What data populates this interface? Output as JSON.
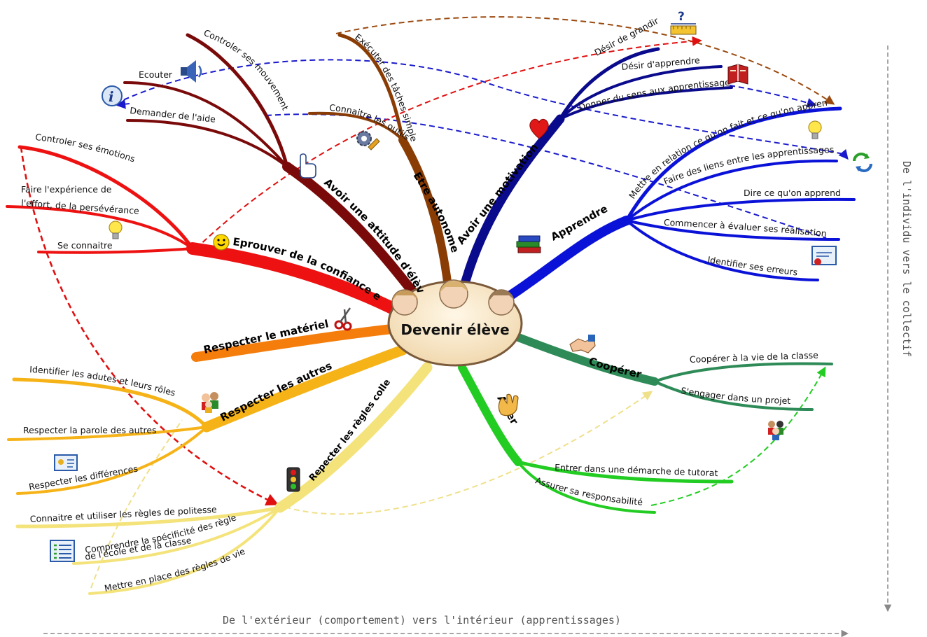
{
  "center": {
    "title": "Devenir élève"
  },
  "axes": {
    "horizontal": "De l'extérieur (comportement) vers l'intérieur (apprentissages)",
    "vertical": "De l'individu vers le collectif"
  },
  "branches": [
    {
      "id": "attitude",
      "label": "Avoir une attitude d'élève",
      "color": "#7a0a0a",
      "children": [
        "Controler ses mouvements",
        "Ecouter",
        "Demander de l'aide"
      ]
    },
    {
      "id": "autonome",
      "label": "Etre autonome",
      "color": "#8a3c05",
      "children": [
        "Exécuter des tâches simples",
        "Connaitre les outils"
      ]
    },
    {
      "id": "motivation",
      "label": "Avoir une motivation",
      "color": "#0a0a8c",
      "children": [
        "Désir de grandir",
        "Désir d'apprendre",
        "Donner du sens aux apprentissages"
      ]
    },
    {
      "id": "apprendre",
      "label": "Apprendre",
      "color": "#0b12d8",
      "children": [
        "Mettre en relation ce qu'on fait et ce qu'on apprend",
        "Faire des liens entre les apprentissages",
        "Dire ce qu'on apprend",
        "Commencer à évaluer ses réalisations",
        "Identifier ses erreurs"
      ]
    },
    {
      "id": "confiance",
      "label": "Eprouver de la confiance en soi",
      "color": "#ee1111",
      "children": [
        "Controler ses émotions",
        "Faire l'expérience de",
        "l'effort, de la persévérance",
        "Se connaitre"
      ]
    },
    {
      "id": "materiel",
      "label": "Respecter le matériel",
      "color": "#f47d0c",
      "children": []
    },
    {
      "id": "autres",
      "label": "Respecter les autres",
      "color": "#f6b318",
      "children": [
        "Identifier les adutes et leurs rôles",
        "Respecter la parole des autres",
        "Respecter les différences"
      ]
    },
    {
      "id": "regles",
      "label": "Repecter les règles collectives",
      "color": "#f4e37a",
      "children": [
        "Connaitre et utiliser les règles de politesse",
        "Comprendre la spécificité des règles",
        "de l'école et de la classe",
        "Mettre en place des règles de vie"
      ]
    },
    {
      "id": "cooperer",
      "label": "Coopérer",
      "color": "#2e8b57",
      "children": [
        "Coopérer à la vie de la classe",
        "S'engager dans un projet"
      ]
    },
    {
      "id": "aider",
      "label": "Aider",
      "color": "#22cc22",
      "children": [
        "Entrer dans une démarche de tutorat",
        "Assurer sa responsabilité"
      ]
    }
  ],
  "icons": [
    "question-ruler-icon",
    "info-icon",
    "speaker-icon",
    "pointing-hand-icon",
    "gears-icon",
    "heart-icon",
    "book-icon",
    "lightbulb-icon",
    "refresh-icon",
    "books-icon",
    "certificate-icon",
    "smiley-icon",
    "scissors-icon",
    "people-icon",
    "id-card-icon",
    "list-icon",
    "traffic-light-icon",
    "handshake-icon",
    "waving-hand-icon",
    "group-icon"
  ]
}
